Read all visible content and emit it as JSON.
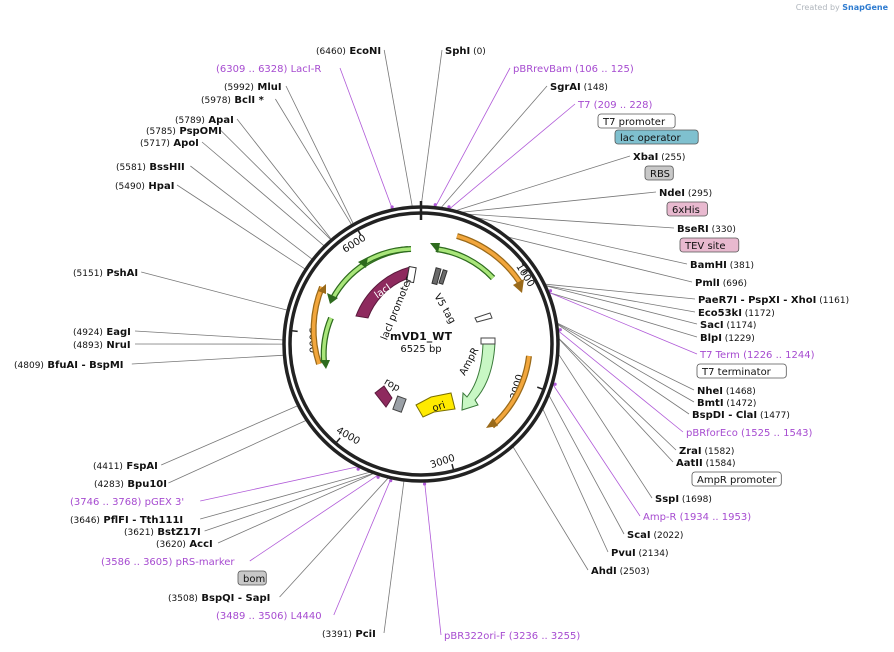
{
  "brand": {
    "prefix": "Created by",
    "name": "SnapGene"
  },
  "plasmid": {
    "name": "mVD1_WT",
    "size_label": "6525 bp",
    "length": 6525
  },
  "ticks": [
    {
      "pos": 1000,
      "label": "1000"
    },
    {
      "pos": 2000,
      "label": "2000"
    },
    {
      "pos": 3000,
      "label": "3000"
    },
    {
      "pos": 4000,
      "label": "4000"
    },
    {
      "pos": 5000,
      "label": "5000"
    },
    {
      "pos": 6000,
      "label": "6000"
    }
  ],
  "features": [
    {
      "name": "lacI",
      "color": "#8e2a5e"
    },
    {
      "name": "lacI promoter",
      "color": "#ffffff"
    },
    {
      "name": "V5 tag",
      "color": "#7a7a7a"
    },
    {
      "name": "AmpR",
      "color": "#c8f7c4"
    },
    {
      "name": "rop",
      "color": "#8e2a5e"
    },
    {
      "name": "ori",
      "color": "#ffea00"
    }
  ],
  "labels": [
    {
      "kind": "site",
      "pos_text": "(6460)",
      "name": "EcoNI",
      "extra": "",
      "side": "left"
    },
    {
      "kind": "site",
      "pos_text": "(0)",
      "name": "SphI",
      "extra": "",
      "side": "right"
    },
    {
      "kind": "primer",
      "pos_text": "(6309 .. 6328)",
      "name": "LacI-R",
      "extra": "",
      "side": "left"
    },
    {
      "kind": "primer",
      "pos_text": "(106 .. 125)",
      "name": "pBRrevBam",
      "extra": "",
      "side": "right"
    },
    {
      "kind": "site",
      "pos_text": "(5992)",
      "name": "MluI",
      "extra": "",
      "side": "left"
    },
    {
      "kind": "site",
      "pos_text": "(148)",
      "name": "SgrAI",
      "extra": "",
      "side": "right"
    },
    {
      "kind": "site",
      "pos_text": "(5978)",
      "name": "BclI *",
      "extra": "",
      "side": "left"
    },
    {
      "kind": "primer",
      "pos_text": "(209 .. 228)",
      "name": "T7",
      "extra": "",
      "side": "right"
    },
    {
      "kind": "box",
      "pos_text": "",
      "name": "T7 promoter",
      "extra": "#ffffff",
      "side": "right"
    },
    {
      "kind": "site",
      "pos_text": "(5789)",
      "name": "ApaI",
      "extra": "",
      "side": "left"
    },
    {
      "kind": "site",
      "pos_text": "(5785)",
      "name": "PspOMI",
      "extra": "",
      "side": "left"
    },
    {
      "kind": "box",
      "pos_text": "",
      "name": "lac operator",
      "extra": "#7fc0cf",
      "side": "right"
    },
    {
      "kind": "site",
      "pos_text": "(5717)",
      "name": "ApoI",
      "extra": "",
      "side": "left"
    },
    {
      "kind": "site",
      "pos_text": "(255)",
      "name": "XbaI",
      "extra": "",
      "side": "right"
    },
    {
      "kind": "site",
      "pos_text": "(5581)",
      "name": "BssHII",
      "extra": "",
      "side": "left"
    },
    {
      "kind": "box",
      "pos_text": "",
      "name": "RBS",
      "extra": "#c8c8c8",
      "side": "right"
    },
    {
      "kind": "site",
      "pos_text": "(5490)",
      "name": "HpaI",
      "extra": "",
      "side": "left"
    },
    {
      "kind": "site",
      "pos_text": "(295)",
      "name": "NdeI",
      "extra": "",
      "side": "right"
    },
    {
      "kind": "box",
      "pos_text": "",
      "name": "6xHis",
      "extra": "#e8b9cf",
      "side": "right"
    },
    {
      "kind": "site",
      "pos_text": "(330)",
      "name": "BseRI",
      "extra": "",
      "side": "right"
    },
    {
      "kind": "box",
      "pos_text": "",
      "name": "TEV site",
      "extra": "#e8b9cf",
      "side": "right"
    },
    {
      "kind": "site",
      "pos_text": "(5151)",
      "name": "PshAI",
      "extra": "",
      "side": "left"
    },
    {
      "kind": "site",
      "pos_text": "(381)",
      "name": "BamHI",
      "extra": "",
      "side": "right"
    },
    {
      "kind": "site",
      "pos_text": "(696)",
      "name": "PmlI",
      "extra": "",
      "side": "right"
    },
    {
      "kind": "site",
      "pos_text": "(1161)",
      "name": "PaeR7I",
      "extra": "- PspXI - XhoI",
      "side": "right"
    },
    {
      "kind": "site",
      "pos_text": "(1172)",
      "name": "Eco53kI",
      "extra": "",
      "side": "right"
    },
    {
      "kind": "site",
      "pos_text": "(4924)",
      "name": "EagI",
      "extra": "",
      "side": "left"
    },
    {
      "kind": "site",
      "pos_text": "(1174)",
      "name": "SacI",
      "extra": "",
      "side": "right"
    },
    {
      "kind": "site",
      "pos_text": "(4893)",
      "name": "NruI",
      "extra": "",
      "side": "left"
    },
    {
      "kind": "site",
      "pos_text": "(1229)",
      "name": "BlpI",
      "extra": "",
      "side": "right"
    },
    {
      "kind": "site",
      "pos_text": "(4809)",
      "name": "BfuAI",
      "extra": "- BspMI",
      "side": "left"
    },
    {
      "kind": "primer",
      "pos_text": "(1226 .. 1244)",
      "name": "T7 Term",
      "extra": "",
      "side": "right"
    },
    {
      "kind": "box",
      "pos_text": "",
      "name": "T7 terminator",
      "extra": "#ffffff",
      "side": "right"
    },
    {
      "kind": "site",
      "pos_text": "(1468)",
      "name": "NheI",
      "extra": "",
      "side": "right"
    },
    {
      "kind": "site",
      "pos_text": "(1472)",
      "name": "BmtI",
      "extra": "",
      "side": "right"
    },
    {
      "kind": "site",
      "pos_text": "(1477)",
      "name": "BspDI",
      "extra": "- ClaI",
      "side": "right"
    },
    {
      "kind": "primer",
      "pos_text": "(1525 .. 1543)",
      "name": "pBRforEco",
      "extra": "",
      "side": "right"
    },
    {
      "kind": "site",
      "pos_text": "(1582)",
      "name": "ZraI",
      "extra": "",
      "side": "right"
    },
    {
      "kind": "site",
      "pos_text": "(1584)",
      "name": "AatII",
      "extra": "",
      "side": "right"
    },
    {
      "kind": "site",
      "pos_text": "(4411)",
      "name": "FspAI",
      "extra": "",
      "side": "left"
    },
    {
      "kind": "box",
      "pos_text": "",
      "name": "AmpR promoter",
      "extra": "#ffffff",
      "side": "right"
    },
    {
      "kind": "site",
      "pos_text": "(4283)",
      "name": "Bpu10I",
      "extra": "",
      "side": "left"
    },
    {
      "kind": "site",
      "pos_text": "(1698)",
      "name": "SspI",
      "extra": "",
      "side": "right"
    },
    {
      "kind": "primer",
      "pos_text": "(3746 .. 3768)",
      "name": "pGEX 3'",
      "extra": "",
      "side": "left"
    },
    {
      "kind": "site",
      "pos_text": "(3646)",
      "name": "PflFI",
      "extra": "- Tth111I",
      "side": "left"
    },
    {
      "kind": "primer",
      "pos_text": "(1934 .. 1953)",
      "name": "Amp-R",
      "extra": "",
      "side": "right"
    },
    {
      "kind": "site",
      "pos_text": "(3621)",
      "name": "BstZ17I",
      "extra": "",
      "side": "left"
    },
    {
      "kind": "site",
      "pos_text": "(2022)",
      "name": "ScaI",
      "extra": "",
      "side": "right"
    },
    {
      "kind": "site",
      "pos_text": "(3620)",
      "name": "AccI",
      "extra": "",
      "side": "left"
    },
    {
      "kind": "site",
      "pos_text": "(2134)",
      "name": "PvuI",
      "extra": "",
      "side": "right"
    },
    {
      "kind": "primer",
      "pos_text": "(3586 .. 3605)",
      "name": "pRS-marker",
      "extra": "",
      "side": "left"
    },
    {
      "kind": "site",
      "pos_text": "(2503)",
      "name": "AhdI",
      "extra": "",
      "side": "right"
    },
    {
      "kind": "box",
      "pos_text": "",
      "name": "bom",
      "extra": "#c8c8c8",
      "side": "left"
    },
    {
      "kind": "site",
      "pos_text": "(3508)",
      "name": "BspQI",
      "extra": "- SapI",
      "side": "left"
    },
    {
      "kind": "primer",
      "pos_text": "(3489 .. 3506)",
      "name": "L4440",
      "extra": "",
      "side": "left"
    },
    {
      "kind": "primer",
      "pos_text": "(3236 .. 3255)",
      "name": "pBR322ori-F",
      "extra": "",
      "side": "right"
    },
    {
      "kind": "site",
      "pos_text": "(3391)",
      "name": "PciI",
      "extra": "",
      "side": "left"
    }
  ]
}
